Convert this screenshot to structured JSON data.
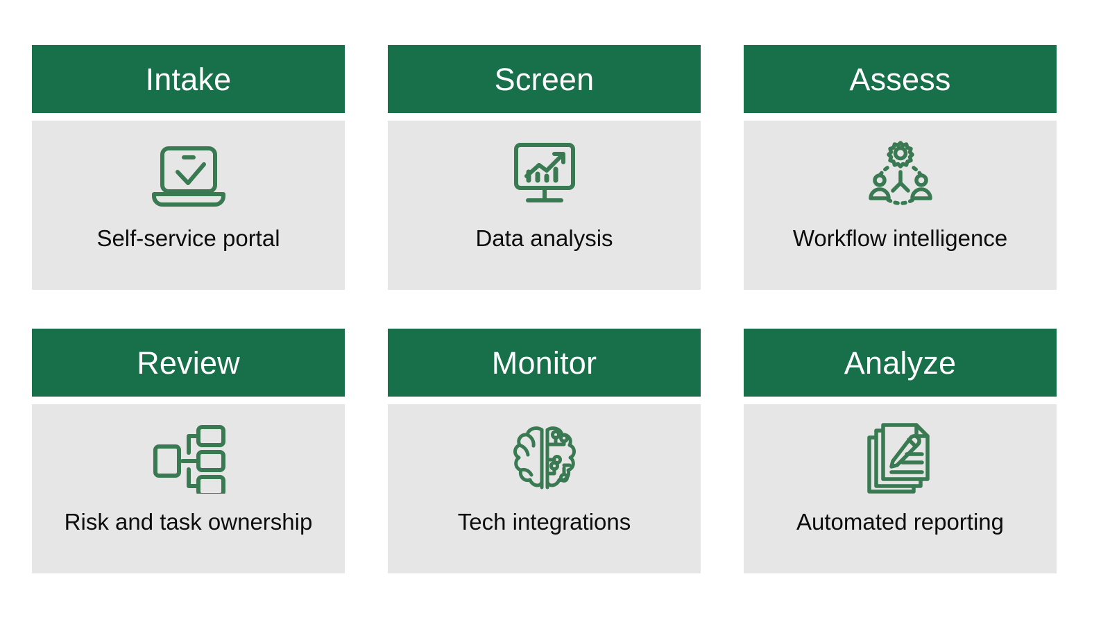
{
  "theme": {
    "header_green": "#17704a",
    "body_gray": "#e6e6e6",
    "icon_green": "#3a7a52",
    "caption_color": "#0d0d0d",
    "page_background": "#ffffff"
  },
  "cards": [
    {
      "title": "Intake",
      "caption": "Self-service portal",
      "icon": "laptop-check-icon"
    },
    {
      "title": "Screen",
      "caption": "Data analysis",
      "icon": "monitor-bar-chart-growth-icon"
    },
    {
      "title": "Assess",
      "caption": "Workflow intelligence",
      "icon": "gear-people-network-icon"
    },
    {
      "title": "Review",
      "caption": "Risk and task ownership",
      "icon": "org-chart-hierarchy-icon"
    },
    {
      "title": "Monitor",
      "caption": "Tech integrations",
      "icon": "ai-brain-circuit-icon"
    },
    {
      "title": "Analyze",
      "caption": "Automated reporting",
      "icon": "documents-pencil-icon"
    }
  ]
}
